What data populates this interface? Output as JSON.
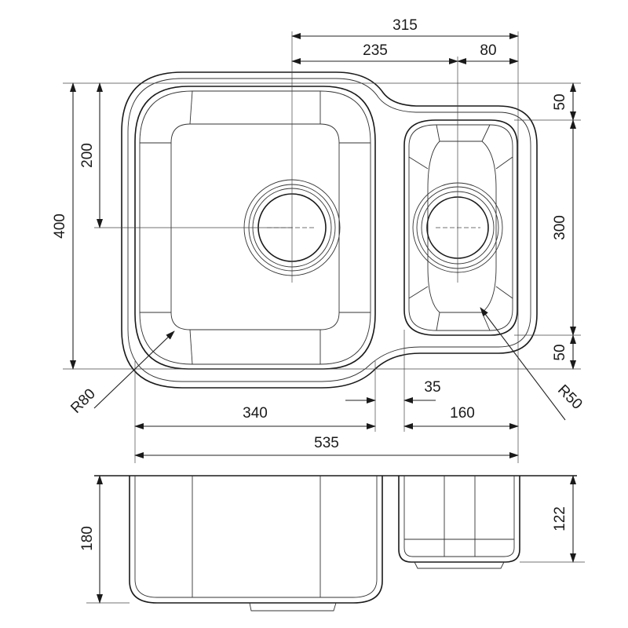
{
  "dimensions": {
    "top_total": "315",
    "top_left": "235",
    "top_right": "80",
    "left_total": "400",
    "left_half": "200",
    "right_top": "50",
    "right_mid": "300",
    "right_bottom": "50",
    "radius_large": "R80",
    "radius_small": "R50",
    "gap": "35",
    "bowl_large_width": "340",
    "bowl_small_width": "160",
    "overall_width": "535",
    "depth_large": "180",
    "depth_small": "122"
  },
  "colors": {
    "line": "#1a1a1a",
    "background": "#ffffff"
  }
}
